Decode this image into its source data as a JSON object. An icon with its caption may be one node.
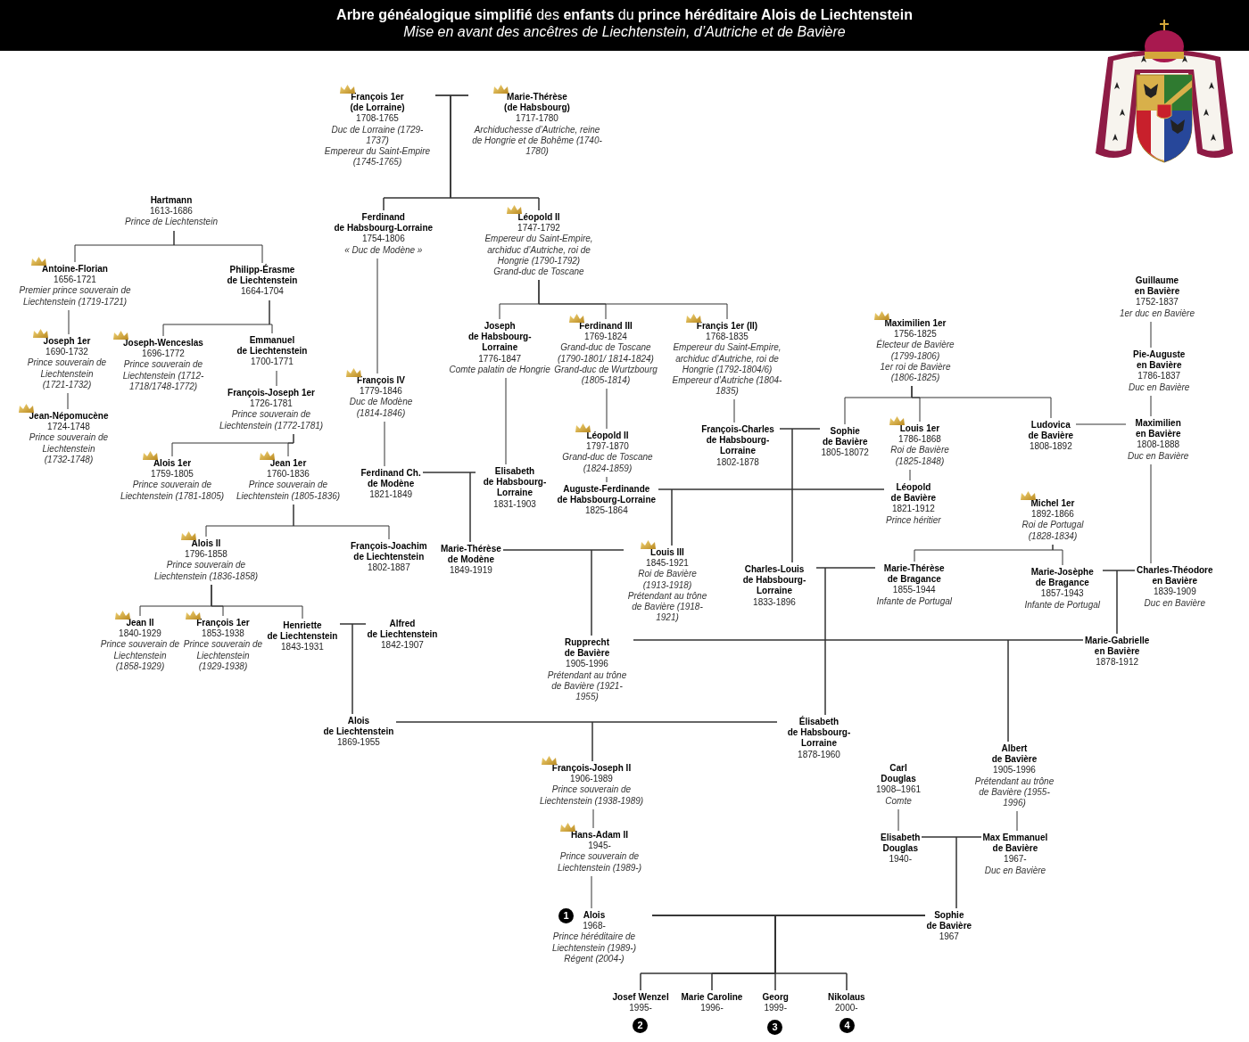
{
  "diagram": {
    "title": "**Arbre généalogique simplifié** des **enfants** du **prince héréditaire Alois de Liechtenstein**",
    "caption": "Mise en avant des ancêtres de Liechtenstein, d’Autriche et de Bavière",
    "nodes": [
      {
        "text": [
          "François 1er (de Lorraine)",
          "1708-1765",
          "Duc de Lorraine (1729-1737)",
          "Empereur du Saint-Empire (1745-1765)"
        ]
      },
      {
        "text": [
          "Marie-Thérèse (de Habsbourg)",
          "1717-1780",
          "Archiduchesse d’Autriche, reine de Hongrie et de Bohême (1740-1780)"
        ]
      },
      {
        "text": [
          "Ferdinand de Habsbourg-Lorraine",
          "1754-1806",
          "« Duc de Modène »"
        ]
      },
      {
        "text": [
          "Léopold II",
          "1747-1792",
          "Empereur du Saint-Empire, archiduc d’Autriche, roi de Hongrie (1790-1792)",
          "Grand-duc de Toscane"
        ]
      },
      {
        "text": [
          "Hartmann",
          "1613-1686",
          "Prince de Liechtenstein"
        ]
      },
      {
        "text": [
          "Antoine-Florian",
          "1656-1721",
          "Premier prince souverain de Liechtenstein (1719-1721)"
        ]
      },
      {
        "text": [
          "Philipp-Érasme de Liechtenstein",
          "1664-1704"
        ]
      },
      {
        "text": [
          "Joseph 1er",
          "1690-1732",
          "Prince souverain de Liechtenstein (1721-1732)"
        ]
      },
      {
        "text": [
          "Joseph-Wenceslas",
          "1696-1772",
          "Prince souverain de Liechtenstein (1712-1718/1748-1772)"
        ]
      },
      {
        "text": [
          "Emmanuel de Liechtenstein",
          "1700-1771"
        ]
      },
      {
        "text": [
          "Jean-Népomucène",
          "1724-1748",
          "Prince souverain de Liechtenstein (1732-1748)"
        ]
      },
      {
        "text": [
          "François-Joseph 1er",
          "1726-1781",
          "Prince souverain de Liechtenstein (1772-1781)"
        ]
      },
      {
        "text": [
          "Alois 1er",
          "1759-1805",
          "Prince souverain de Liechtenstein (1781-1805)"
        ]
      },
      {
        "text": [
          "Jean 1er",
          "1760-1836",
          "Prince souverain de Liechtenstein (1805-1836)"
        ]
      },
      {
        "text": [
          "François IV",
          "1779-1846",
          "Duc de Modène (1814-1846)"
        ]
      },
      {
        "text": [
          "Joseph de Habsbourg-Lorraine",
          "1776-1847",
          "Comte palatin de Hongrie"
        ]
      },
      {
        "text": [
          "Ferdinand III",
          "1769-1824",
          "Grand-duc de Toscane (1790-1801/ 1814-1824)",
          "Grand-duc de Wurtzbourg (1805-1814)"
        ]
      },
      {
        "text": [
          "Françis 1er (II)",
          "1768-1835",
          "Empereur du Saint-Empire, archiduc d’Autriche, roi de Hongrie (1792-1804/6)",
          "Empereur d’Autriche (1804-1835)"
        ]
      },
      {
        "text": [
          "Guillaume en Bavière",
          "1752-1837",
          "1er duc en Bavière"
        ]
      },
      {
        "text": [
          "Maximilien 1er",
          "1756-1825",
          "Électeur de Bavière (1799-1806)",
          "1er roi de Bavière (1806-1825)"
        ]
      },
      {
        "text": [
          "Pie-Auguste en Bavière",
          "1786-1837",
          "Duc en Bavière"
        ]
      },
      {
        "text": [
          "Léopold II",
          "1797-1870",
          "Grand-duc de Toscane (1824-1859)"
        ]
      },
      {
        "text": [
          "François-Charles de Habsbourg-Lorraine",
          "1802-1878"
        ]
      },
      {
        "text": [
          "Sophie de Bavière",
          "1805-18072"
        ]
      },
      {
        "text": [
          "Louis 1er",
          "1786-1868",
          "Roi de Bavière (1825-1848)"
        ]
      },
      {
        "text": [
          "Ludovica de Bavière",
          "1808-1892"
        ]
      },
      {
        "text": [
          "Maximilien en Bavière",
          "1808-1888",
          "Duc en Bavière"
        ]
      },
      {
        "text": [
          "Ferdinand Ch. de Modène",
          "1821-1849"
        ]
      },
      {
        "text": [
          "Elisabeth de Habsbourg-Lorraine",
          "1831-1903"
        ]
      },
      {
        "text": [
          "Auguste-Ferdinande de Habsbourg-Lorraine",
          "1825-1864"
        ]
      },
      {
        "text": [
          "Léopold de Bavière",
          "1821-1912",
          "Prince héritier"
        ]
      },
      {
        "text": [
          "Michel 1er",
          "1892-1866",
          "Roi de Portugal (1828-1834)"
        ]
      },
      {
        "text": [
          "Alois II",
          "1796-1858",
          "Prince souverain de Liechtenstein (1836-1858)"
        ]
      },
      {
        "text": [
          "François-Joachim de Liechtenstein",
          "1802-1887"
        ]
      },
      {
        "text": [
          "Marie-Thérèse de Modène",
          "1849-1919"
        ]
      },
      {
        "text": [
          "Louis III",
          "1845-1921",
          "Roi de Bavière (1913-1918)",
          "Prétendant au trône de Bavière (1918-1921)"
        ]
      },
      {
        "text": [
          "Charles-Louis de Habsbourg-Lorraine",
          "1833-1896"
        ]
      },
      {
        "text": [
          "Marie-Thérèse de Bragance",
          "1855-1944",
          "Infante de Portugal"
        ]
      },
      {
        "text": [
          "Marie-Josèphe de Bragance",
          "1857-1943",
          "Infante de Portugal"
        ]
      },
      {
        "text": [
          "Charles-Théodore en Bavière",
          "1839-1909",
          "Duc en Bavière"
        ]
      },
      {
        "text": [
          "Jean II",
          "1840-1929",
          "Prince souverain de Liechtenstein (1858-1929)"
        ]
      },
      {
        "text": [
          "François 1er",
          "1853-1938",
          "Prince souverain de Liechtenstein (1929-1938)"
        ]
      },
      {
        "text": [
          "Henriette de Liechtenstein",
          "1843-1931"
        ]
      },
      {
        "text": [
          "Alfred de Liechtenstein",
          "1842-1907"
        ]
      },
      {
        "text": [
          "Rupprecht de Bavière",
          "1905-1996",
          "Prétendant au trône de Bavière (1921-1955)"
        ]
      },
      {
        "text": [
          "Marie-Gabrielle en Bavière",
          "1878-1912"
        ]
      },
      {
        "text": [
          "Alois de Liechtenstein",
          "1869-1955"
        ]
      },
      {
        "text": [
          "Élisabeth de Habsbourg-Lorraine",
          "1878-1960"
        ]
      },
      {
        "text": [
          "Albert de Bavière",
          "1905-1996",
          "Prétendant au trône de Bavière (1955-1996)"
        ]
      },
      {
        "text": [
          "François-Joseph II",
          "1906-1989",
          "Prince souverain de Liechtenstein (1938-1989)"
        ]
      },
      {
        "text": [
          "Carl Douglas",
          "1908–1961",
          "Comte"
        ]
      },
      {
        "text": [
          "Hans-Adam II",
          "1945-",
          "Prince souverain de Liechtenstein (1989-)"
        ]
      },
      {
        "text": [
          "Elisabeth Douglas",
          "1940-"
        ]
      },
      {
        "text": [
          "Max Emmanuel de Bavière",
          "1967-",
          "Duc en Bavière"
        ]
      },
      {
        "text": [
          "Alois",
          "1968-",
          "Prince héréditaire de Liechtenstein (1989-)",
          "Régent (2004-)"
        ]
      },
      {
        "text": [
          "Sophie de Bavière",
          "1967"
        ]
      },
      {
        "text": [
          "Josef Wenzel",
          "1995-"
        ]
      },
      {
        "text": [
          "Marie Caroline",
          "1996-"
        ]
      },
      {
        "text": [
          "Georg",
          "1999-"
        ]
      },
      {
        "text": [
          "Nikolaus",
          "2000-"
        ]
      }
    ],
    "edges": [
      {
        "from": 0,
        "to": 1,
        "arrow": "none"
      },
      {
        "from": 0,
        "to": 2,
        "arrow": "none"
      },
      {
        "from": 1,
        "to": 2,
        "arrow": "none"
      },
      {
        "from": 0,
        "to": 3,
        "arrow": "none"
      },
      {
        "from": 1,
        "to": 3,
        "arrow": "none"
      },
      {
        "from": 4,
        "to": 5,
        "arrow": "none"
      },
      {
        "from": 4,
        "to": 6,
        "arrow": "none"
      },
      {
        "from": 5,
        "to": 7,
        "arrow": "none"
      },
      {
        "from": 7,
        "to": 10,
        "arrow": "none"
      },
      {
        "from": 6,
        "to": 8,
        "arrow": "none"
      },
      {
        "from": 6,
        "to": 9,
        "arrow": "none"
      },
      {
        "from": 9,
        "to": 11,
        "arrow": "none"
      },
      {
        "from": 11,
        "to": 12,
        "arrow": "none"
      },
      {
        "from": 11,
        "to": 13,
        "arrow": "none"
      },
      {
        "from": 13,
        "to": 32,
        "arrow": "none"
      },
      {
        "from": 13,
        "to": 33,
        "arrow": "none"
      },
      {
        "from": 32,
        "to": 40,
        "arrow": "none"
      },
      {
        "from": 32,
        "to": 41,
        "arrow": "none"
      },
      {
        "from": 32,
        "to": 42,
        "arrow": "none"
      },
      {
        "from": 2,
        "to": 14,
        "arrow": "none"
      },
      {
        "from": 14,
        "to": 27,
        "arrow": "none"
      },
      {
        "from": 27,
        "to": 28,
        "arrow": "none"
      },
      {
        "from": 27,
        "to": 34,
        "arrow": "none"
      },
      {
        "from": 28,
        "to": 34,
        "arrow": "none"
      },
      {
        "from": 3,
        "to": 15,
        "arrow": "none"
      },
      {
        "from": 3,
        "to": 16,
        "arrow": "none"
      },
      {
        "from": 3,
        "to": 17,
        "arrow": "none"
      },
      {
        "from": 15,
        "to": 28,
        "arrow": "none"
      },
      {
        "from": 16,
        "to": 21,
        "arrow": "none"
      },
      {
        "from": 21,
        "to": 29,
        "arrow": "none"
      },
      {
        "from": 17,
        "to": 22,
        "arrow": "none"
      },
      {
        "from": 22,
        "to": 23,
        "arrow": "none"
      },
      {
        "from": 22,
        "to": 36,
        "arrow": "none"
      },
      {
        "from": 23,
        "to": 36,
        "arrow": "none"
      },
      {
        "from": 19,
        "to": 23,
        "arrow": "none"
      },
      {
        "from": 19,
        "to": 24,
        "arrow": "none"
      },
      {
        "from": 19,
        "to": 25,
        "arrow": "none"
      },
      {
        "from": 24,
        "to": 30,
        "arrow": "none"
      },
      {
        "from": 29,
        "to": 30,
        "arrow": "none"
      },
      {
        "from": 29,
        "to": 35,
        "arrow": "none"
      },
      {
        "from": 30,
        "to": 35,
        "arrow": "none"
      },
      {
        "from": 18,
        "to": 20,
        "arrow": "none"
      },
      {
        "from": 20,
        "to": 26,
        "arrow": "none"
      },
      {
        "from": 25,
        "to": 26,
        "arrow": "none"
      },
      {
        "from": 26,
        "to": 39,
        "arrow": "none"
      },
      {
        "from": 31,
        "to": 37,
        "arrow": "none"
      },
      {
        "from": 31,
        "to": 38,
        "arrow": "none"
      },
      {
        "from": 36,
        "to": 37,
        "arrow": "none"
      },
      {
        "from": 36,
        "to": 47,
        "arrow": "none"
      },
      {
        "from": 37,
        "to": 47,
        "arrow": "none"
      },
      {
        "from": 38,
        "to": 39,
        "arrow": "none"
      },
      {
        "from": 38,
        "to": 45,
        "arrow": "none"
      },
      {
        "from": 39,
        "to": 45,
        "arrow": "none"
      },
      {
        "from": 34,
        "to": 35,
        "arrow": "none"
      },
      {
        "from": 34,
        "to": 44,
        "arrow": "none"
      },
      {
        "from": 35,
        "to": 44,
        "arrow": "none"
      },
      {
        "from": 42,
        "to": 43,
        "arrow": "none"
      },
      {
        "from": 42,
        "to": 46,
        "arrow": "none"
      },
      {
        "from": 43,
        "to": 46,
        "arrow": "none"
      },
      {
        "from": 44,
        "to": 45,
        "arrow": "none"
      },
      {
        "from": 44,
        "to": 48,
        "arrow": "none"
      },
      {
        "from": 45,
        "to": 48,
        "arrow": "none"
      },
      {
        "from": 46,
        "to": 47,
        "arrow": "none"
      },
      {
        "from": 46,
        "to": 49,
        "arrow": "none"
      },
      {
        "from": 47,
        "to": 49,
        "arrow": "none"
      },
      {
        "from": 49,
        "to": 51,
        "arrow": "none"
      },
      {
        "from": 50,
        "to": 52,
        "arrow": "none"
      },
      {
        "from": 52,
        "to": 53,
        "arrow": "none"
      },
      {
        "from": 52,
        "to": 55,
        "arrow": "none"
      },
      {
        "from": 53,
        "to": 55,
        "arrow": "none"
      },
      {
        "from": 48,
        "to": 53,
        "arrow": "none"
      },
      {
        "from": 51,
        "to": 54,
        "arrow": "none"
      },
      {
        "from": 54,
        "to": 55,
        "arrow": "none"
      },
      {
        "from": 54,
        "to": 56,
        "arrow": "none"
      },
      {
        "from": 55,
        "to": 56,
        "arrow": "none"
      },
      {
        "from": 54,
        "to": 57,
        "arrow": "none"
      },
      {
        "from": 55,
        "to": 57,
        "arrow": "none"
      },
      {
        "from": 54,
        "to": 58,
        "arrow": "none"
      },
      {
        "from": 55,
        "to": 58,
        "arrow": "none"
      },
      {
        "from": 54,
        "to": 59,
        "arrow": "none"
      },
      {
        "from": 55,
        "to": 59,
        "arrow": "none"
      }
    ],
    "labels": [
      "1",
      "2",
      "3",
      "4"
    ]
  }
}
